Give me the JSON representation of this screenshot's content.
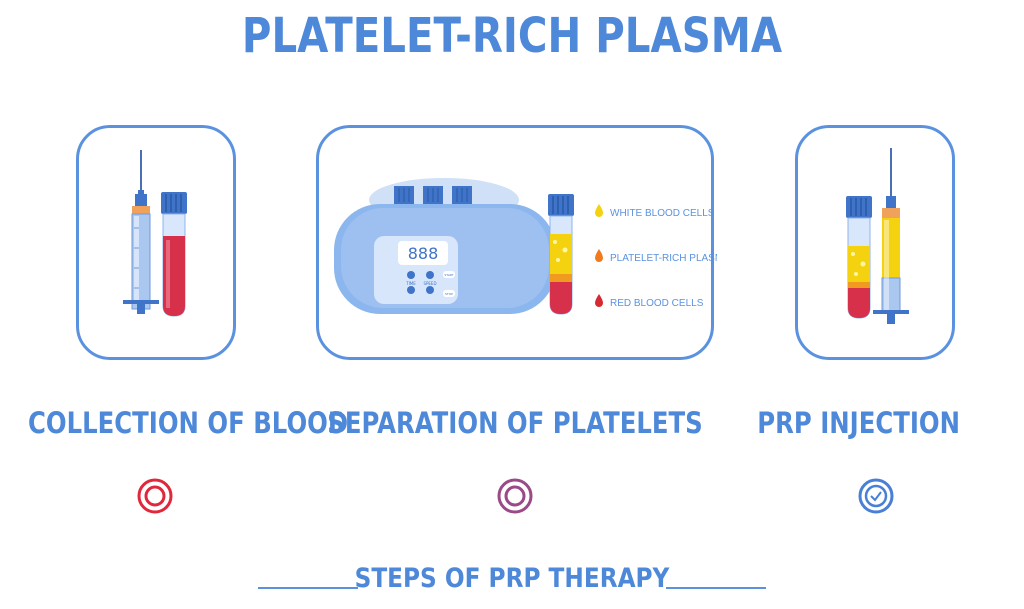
{
  "title": "PLATELET-RICH PLASMA",
  "steps": [
    {
      "label": "COLLECTION OF BLOOD"
    },
    {
      "label": "SEPARATION OF PLATELETS"
    },
    {
      "label": "PRP INJECTION"
    }
  ],
  "centrifuge": {
    "display": "888",
    "btn_left": "TIME",
    "btn_mid": "SPEED",
    "btn_a": "START",
    "btn_b": "STOP"
  },
  "legend": [
    {
      "label": "WHITE BLOOD CELLS",
      "color": "#f5d20f"
    },
    {
      "label": "PLATELET-RICH PLASMA",
      "color": "#f07a1f"
    },
    {
      "label": "RED BLOOD CELLS",
      "color": "#d62a33"
    }
  ],
  "footer": "STEPS OF PRP THERAPY",
  "colors": {
    "accent": "#4d88d9",
    "timeline_start": "#e0283c",
    "timeline_mid": "#9a4a86",
    "timeline_end": "#4a7fd6"
  },
  "icons": {
    "step3": "checkmark-icon"
  }
}
